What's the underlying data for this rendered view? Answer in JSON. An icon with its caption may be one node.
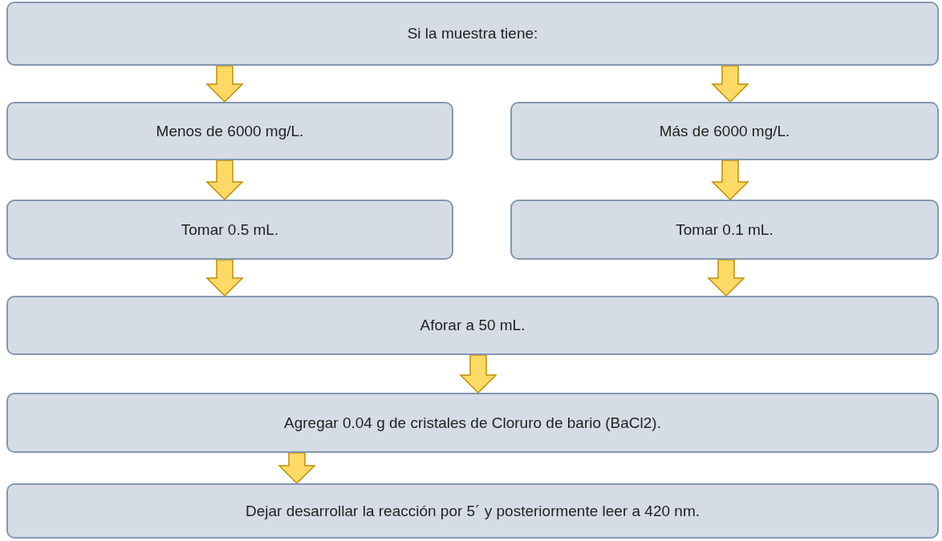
{
  "diagram": {
    "nodes": [
      {
        "text": [
          "Si la muestra tiene:"
        ]
      },
      {
        "text": [
          "Menos de 6000 mg/L."
        ]
      },
      {
        "text": [
          "Más de 6000 mg/L."
        ]
      },
      {
        "text": [
          "Tomar 0.5 mL."
        ]
      },
      {
        "text": [
          "Tomar 0.1 mL."
        ]
      },
      {
        "text": [
          "Aforar a 50 mL."
        ]
      },
      {
        "text": [
          "Agregar 0.04 g de cristales de Cloruro de bario (BaCl2)."
        ]
      },
      {
        "text": [
          "Dejar desarrollar la reacción por 5´ y posteriormente leer a 420 nm."
        ]
      }
    ],
    "edges": [
      {
        "from": 0,
        "to": 1,
        "arrow": "to"
      },
      {
        "from": 0,
        "to": 2,
        "arrow": "to"
      },
      {
        "from": 1,
        "to": 3,
        "arrow": "to"
      },
      {
        "from": 2,
        "to": 4,
        "arrow": "to"
      },
      {
        "from": 3,
        "to": 5,
        "arrow": "to"
      },
      {
        "from": 4,
        "to": 5,
        "arrow": "to"
      },
      {
        "from": 5,
        "to": 6,
        "arrow": "to"
      },
      {
        "from": 6,
        "to": 7,
        "arrow": "to"
      }
    ]
  }
}
